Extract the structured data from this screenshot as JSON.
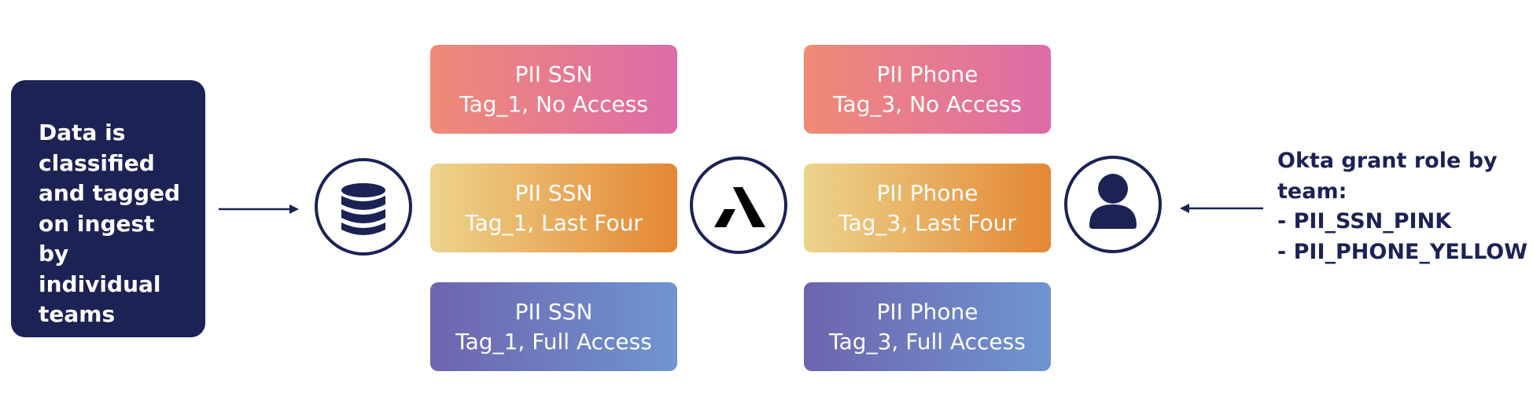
{
  "source_box": {
    "text": "Data is\nclassified\nand tagged\non ingest by\nindividual\nteams"
  },
  "icons": {
    "database": "database-icon",
    "platform_logo": "immuta-logo-icon",
    "user": "user-icon"
  },
  "tag_1_tiles": [
    {
      "title": "PII SSN",
      "subtitle": "Tag_1, No Access",
      "style": "pink"
    },
    {
      "title": "PII SSN",
      "subtitle": "Tag_1, Last Four",
      "style": "orange"
    },
    {
      "title": "PII SSN",
      "subtitle": "Tag_1, Full Access",
      "style": "purple"
    }
  ],
  "tag_3_tiles": [
    {
      "title": "PII Phone",
      "subtitle": "Tag_3, No Access",
      "style": "pink"
    },
    {
      "title": "PII Phone",
      "subtitle": "Tag_3, Last Four",
      "style": "orange"
    },
    {
      "title": "PII Phone",
      "subtitle": "Tag_3, Full Access",
      "style": "purple"
    }
  ],
  "okta_note": {
    "text": "Okta grant role by\nteam:\n- PII_SSN_PINK\n- PII_PHONE_YELLOW"
  },
  "colors": {
    "navy": "#1c2254",
    "pink_gradient": [
      "#f08a76",
      "#dd6ca8"
    ],
    "orange_gradient": [
      "#ecd48c",
      "#e48734"
    ],
    "purple_gradient": [
      "#6d65ae",
      "#6f95d0"
    ]
  }
}
